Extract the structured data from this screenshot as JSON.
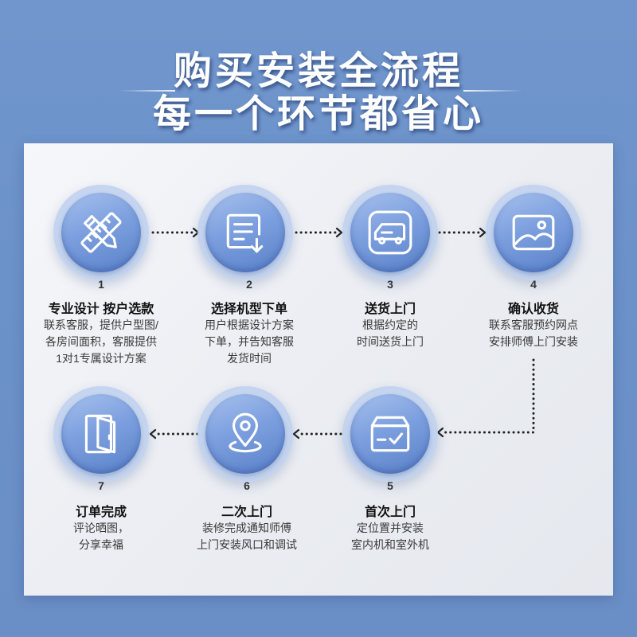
{
  "header": {
    "line1": "购买安装全流程",
    "line2": "每一个环节都省心"
  },
  "colors": {
    "background": "#6f95cc",
    "circle_inner": "#7c9fde",
    "panel": "#eef0f5",
    "arrow": "#222222"
  },
  "steps": [
    {
      "number": "1",
      "title": "专业设计 按户选款",
      "desc": [
        "联系客服，提供户型图/",
        "各房间面积，客服提供",
        "1对1专属设计方案"
      ],
      "icon": "ruler-pencil-icon"
    },
    {
      "number": "2",
      "title": "选择机型下单",
      "desc": [
        "用户根据设计方案",
        "下单，并告知客服",
        "发货时间"
      ],
      "icon": "order-form-icon"
    },
    {
      "number": "3",
      "title": "送货上门",
      "desc": [
        "根据约定的",
        "时间送货上门"
      ],
      "icon": "delivery-van-icon"
    },
    {
      "number": "4",
      "title": "确认收货",
      "desc": [
        "联系客服预约网点",
        "安排师傅上门安装"
      ],
      "icon": "picture-icon"
    },
    {
      "number": "5",
      "title": "首次上门",
      "desc": [
        "定位置并安装",
        "室内机和室外机"
      ],
      "icon": "box-check-icon"
    },
    {
      "number": "6",
      "title": "二次上门",
      "desc": [
        "装修完成通知师傅",
        "上门安装风口和调试"
      ],
      "icon": "location-pin-icon"
    },
    {
      "number": "7",
      "title": "订单完成",
      "desc": [
        "评论晒图，",
        "分享幸福"
      ],
      "icon": "door-icon"
    }
  ]
}
